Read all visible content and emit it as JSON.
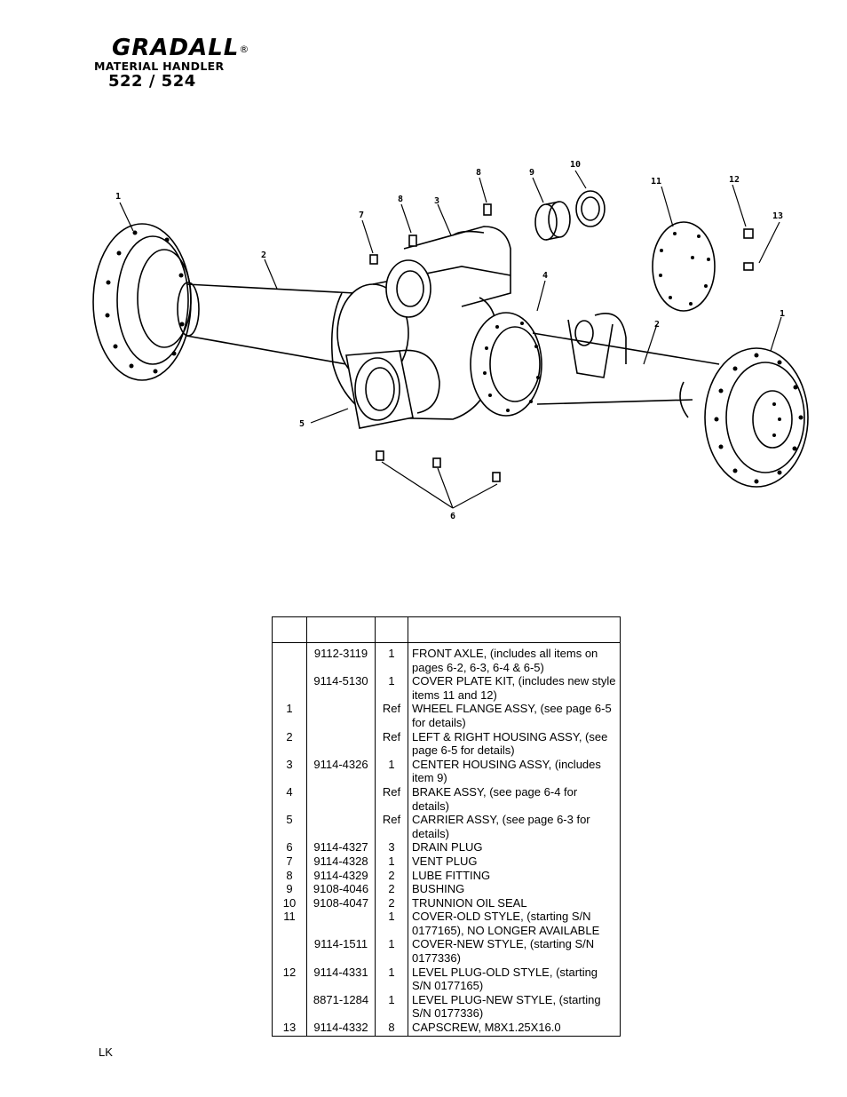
{
  "header": {
    "brand": "GRADALL",
    "registered": "®",
    "subtitle": "MATERIAL HANDLER",
    "model": "522 / 524"
  },
  "diagram": {
    "callouts": [
      "1",
      "2",
      "3",
      "4",
      "5",
      "6",
      "7",
      "8",
      "8",
      "9",
      "10",
      "11",
      "12",
      "13",
      "2",
      "1"
    ]
  },
  "parts_table": {
    "headers": [
      "",
      "",
      "",
      ""
    ],
    "rows": [
      {
        "item": "",
        "part": "9112-3119",
        "qty": "1",
        "desc": "FRONT AXLE, (includes all items on pages 6-2, 6-3, 6-4 & 6-5)"
      },
      {
        "item": "",
        "part": "9114-5130",
        "qty": "1",
        "desc": "COVER PLATE KIT, (includes new style items 11 and 12)"
      },
      {
        "item": "1",
        "part": "",
        "qty": "Ref",
        "desc": "WHEEL FLANGE ASSY, (see page 6-5 for details)"
      },
      {
        "item": "2",
        "part": "",
        "qty": "Ref",
        "desc": "LEFT & RIGHT HOUSING ASSY, (see page 6-5 for details)"
      },
      {
        "item": "3",
        "part": "9114-4326",
        "qty": "1",
        "desc": "CENTER HOUSING ASSY, (includes item 9)"
      },
      {
        "item": "4",
        "part": "",
        "qty": "Ref",
        "desc": "BRAKE ASSY, (see page 6-4 for details)"
      },
      {
        "item": "5",
        "part": "",
        "qty": "Ref",
        "desc": "CARRIER ASSY, (see  page 6-3 for details)"
      },
      {
        "item": "6",
        "part": "9114-4327",
        "qty": "3",
        "desc": "DRAIN  PLUG"
      },
      {
        "item": "7",
        "part": "9114-4328",
        "qty": "1",
        "desc": "VENT PLUG"
      },
      {
        "item": "8",
        "part": "9114-4329",
        "qty": "2",
        "desc": "LUBE FITTING"
      },
      {
        "item": "9",
        "part": "9108-4046",
        "qty": "2",
        "desc": "BUSHING"
      },
      {
        "item": "10",
        "part": "9108-4047",
        "qty": "2",
        "desc": "TRUNNION OIL SEAL"
      },
      {
        "item": "11",
        "part": "",
        "qty": "1",
        "desc": "COVER-OLD STYLE, (starting S/N 0177165), NO LONGER AVAILABLE"
      },
      {
        "item": "",
        "part": "9114-1511",
        "qty": "1",
        "desc": "COVER-NEW STYLE, (starting S/N 0177336)"
      },
      {
        "item": "12",
        "part": "9114-4331",
        "qty": "1",
        "desc": "LEVEL PLUG-OLD STYLE, (starting S/N 0177165)"
      },
      {
        "item": "",
        "part": "8871-1284",
        "qty": "1",
        "desc": "LEVEL PLUG-NEW STYLE, (starting S/N 0177336)"
      },
      {
        "item": "13",
        "part": "9114-4332",
        "qty": "8",
        "desc": "CAPSCREW, M8X1.25X16.0"
      }
    ]
  },
  "footer": {
    "code": "LK"
  }
}
